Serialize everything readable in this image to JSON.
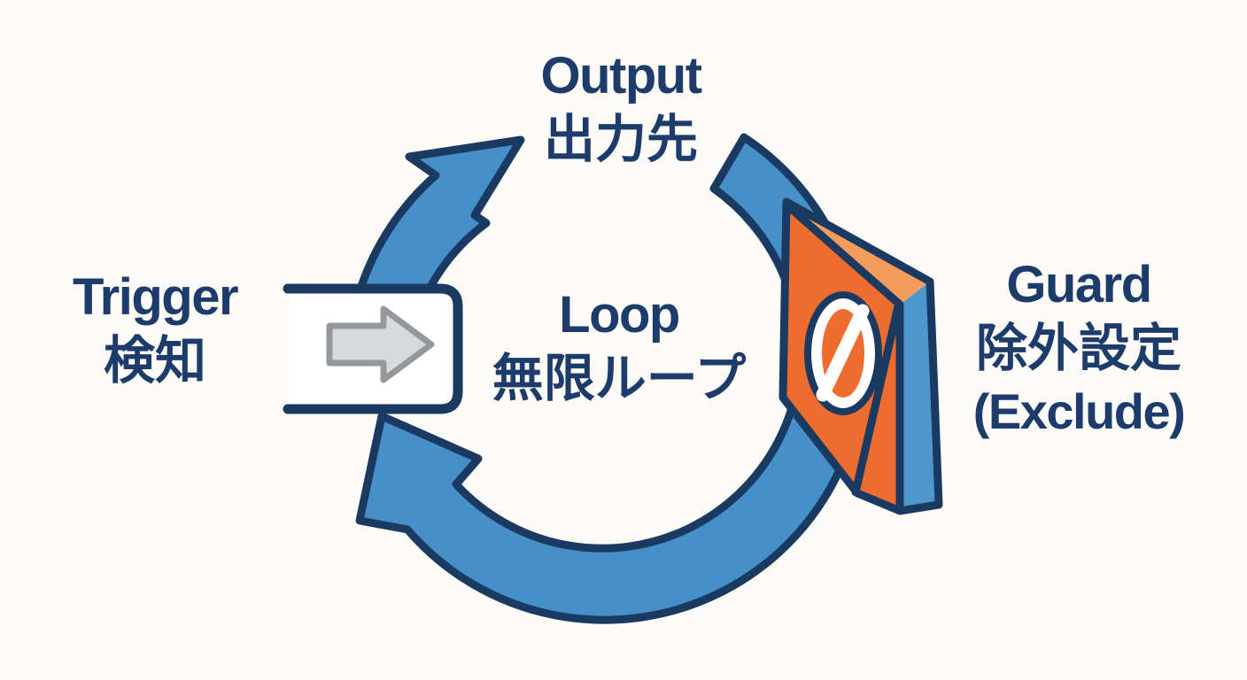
{
  "nodes": {
    "output": {
      "en": "Output",
      "ja": "出力先"
    },
    "trigger": {
      "en": "Trigger",
      "ja": "検知"
    },
    "loop": {
      "en": "Loop",
      "ja": "無限ループ"
    },
    "guard": {
      "en": "Guard",
      "ja": "除外設定",
      "note": "(Exclude)"
    }
  },
  "icons": {
    "flow_arrow": "right-arrow-icon",
    "guard_sign": "prohibition-icon",
    "cycle": "circular-loop-arrows"
  },
  "colors": {
    "background": "#fcfbf7",
    "outline_navy": "#1a3a61",
    "text_navy": "#1d3c6b",
    "loop_blue": "#4590c9",
    "block_side_blue": "#4d97cf",
    "block_orange": "#ee6c2d",
    "block_orange_light": "#f49c5d",
    "arrow_gray_fill": "#d8d9db",
    "arrow_gray_outline": "#94979c",
    "white": "#ffffff"
  }
}
